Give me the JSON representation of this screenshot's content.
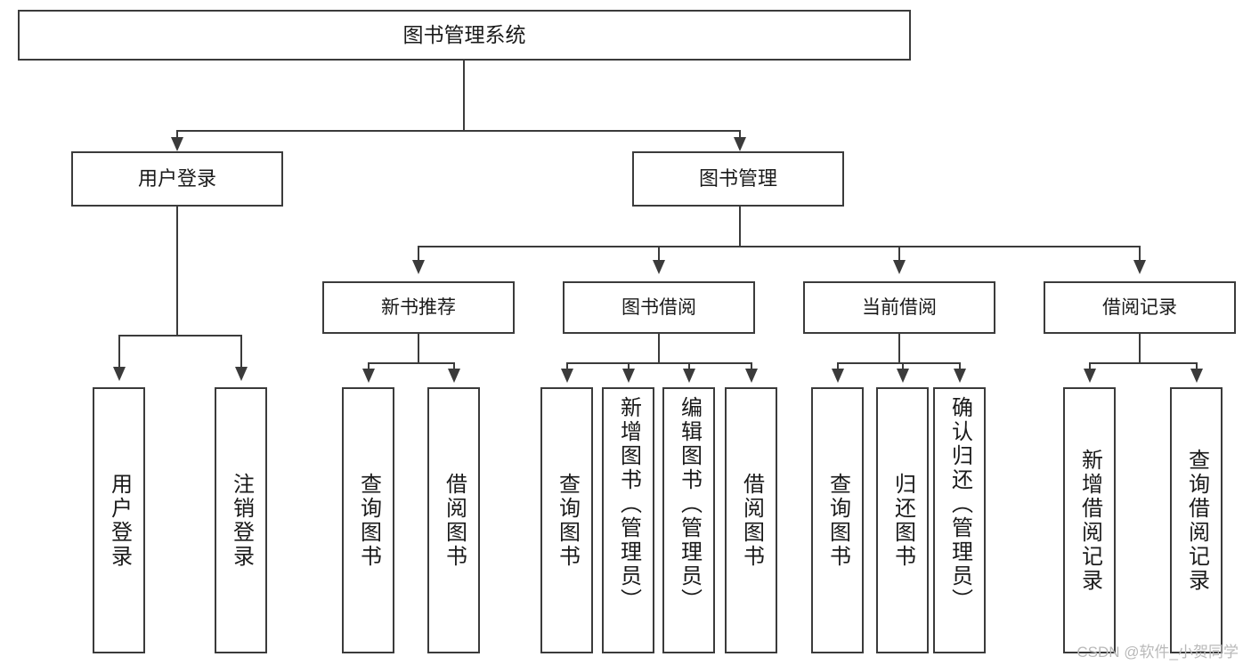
{
  "diagram": {
    "type": "tree-hierarchy-chart",
    "title": "图书管理系统",
    "watermark": "CSDN @软件_小贺同学",
    "colors": {
      "box_border": "#3b3b3b",
      "box_fill": "#ffffff",
      "connector": "#3b3b3b",
      "text": "#1a1a1a",
      "watermark": "#b9b9b9",
      "background": "#ffffff"
    },
    "nodes": {
      "root": {
        "label": "图书管理系统"
      },
      "level1": [
        {
          "id": "user-login",
          "label": "用户登录"
        },
        {
          "id": "book-management",
          "label": "图书管理"
        }
      ],
      "level2": [
        {
          "id": "new-book-recommend",
          "label": "新书推荐"
        },
        {
          "id": "book-borrow",
          "label": "图书借阅"
        },
        {
          "id": "current-borrow",
          "label": "当前借阅"
        },
        {
          "id": "borrow-record",
          "label": "借阅记录"
        }
      ],
      "leaves": {
        "user_login": [
          {
            "id": "leaf-user-login",
            "label": "用户登录"
          },
          {
            "id": "leaf-logout-login",
            "label": "注销登录"
          }
        ],
        "new_book_recommend": [
          {
            "id": "leaf-query-book-1",
            "label": "查询图书"
          },
          {
            "id": "leaf-borrow-book-1",
            "label": "借阅图书"
          }
        ],
        "book_borrow": [
          {
            "id": "leaf-query-book-2",
            "label": "查询图书"
          },
          {
            "id": "leaf-add-book-admin",
            "label": "新增图书（管理员）"
          },
          {
            "id": "leaf-edit-book-admin",
            "label": "编辑图书（管理员）"
          },
          {
            "id": "leaf-borrow-book-2",
            "label": "借阅图书"
          }
        ],
        "current_borrow": [
          {
            "id": "leaf-query-book-3",
            "label": "查询图书"
          },
          {
            "id": "leaf-return-book",
            "label": "归还图书"
          },
          {
            "id": "leaf-confirm-return-admin",
            "label": "确认归还（管理员）"
          }
        ],
        "borrow_record": [
          {
            "id": "leaf-add-borrow-record",
            "label": "新增借阅记录"
          },
          {
            "id": "leaf-query-borrow-record",
            "label": "查询借阅记录"
          }
        ]
      }
    }
  }
}
